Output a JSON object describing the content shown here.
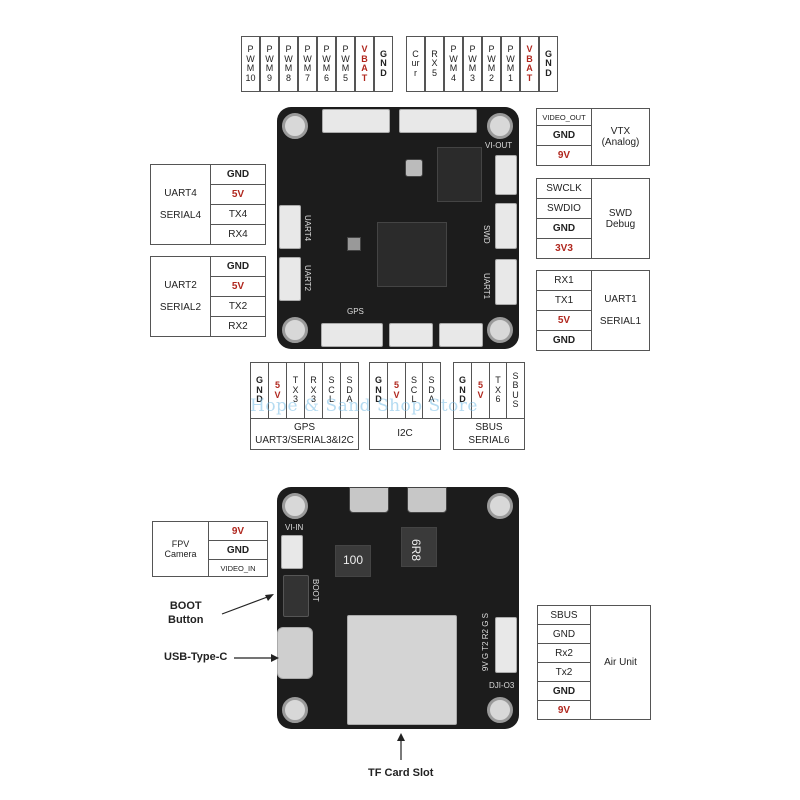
{
  "top_pins": {
    "left_group": [
      "PWM10",
      "PWM9",
      "PWM8",
      "PWM7",
      "PWM6",
      "PWM5",
      "VBAT",
      "GND"
    ],
    "right_group": [
      "Curr",
      "RX5",
      "PWM4",
      "PWM3",
      "PWM2",
      "PWM1",
      "VBAT",
      "GND"
    ]
  },
  "vtx": {
    "pins": [
      "VIDEO_OUT",
      "GND",
      "9V"
    ],
    "label": "VTX\n(Analog)"
  },
  "swd": {
    "pins": [
      "SWCLK",
      "SWDIO",
      "GND",
      "3V3"
    ],
    "label": "SWD\nDebug"
  },
  "uart1": {
    "pins": [
      "RX1",
      "TX1",
      "5V",
      "GND"
    ],
    "label": "UART1\n\nSERIAL1"
  },
  "uart4": {
    "pins": [
      "GND",
      "5V",
      "TX4",
      "RX4"
    ],
    "label": "UART4\n\nSERIAL4"
  },
  "uart2": {
    "pins": [
      "GND",
      "5V",
      "TX2",
      "RX2"
    ],
    "label": "UART2\n\nSERIAL2"
  },
  "gps": {
    "pins": [
      "GND",
      "5V",
      "TX3",
      "RX3",
      "SCL",
      "SDA"
    ],
    "label": "GPS\nUART3/SERIAL3&I2C"
  },
  "i2c": {
    "pins": [
      "GND",
      "5V",
      "SCL",
      "SDA"
    ],
    "label": "I2C"
  },
  "sbus": {
    "pins": [
      "GND",
      "5V",
      "TX6",
      "SBUS"
    ],
    "label": "SBUS\nSERIAL6"
  },
  "fpv": {
    "pins": [
      "9V",
      "GND",
      "VIDEO_IN"
    ],
    "label": "FPV\nCamera"
  },
  "air_unit": {
    "pins": [
      "SBUS",
      "GND",
      "Rx2",
      "Tx2",
      "GND",
      "9V"
    ],
    "label": "Air Unit"
  },
  "callouts": {
    "boot": "BOOT\nButton",
    "usb": "USB-Type-C",
    "tf": "TF Card Slot"
  },
  "board_silk": {
    "vi_out": "VI-OUT",
    "gps": "GPS",
    "uart4": "UART4",
    "uart2": "UART2",
    "uart1": "UART1",
    "swd": "SWD",
    "vi_in": "VI-IN",
    "boot": "BOOT",
    "dji": "DJI-O3",
    "inductor1": "100",
    "inductor2": "6R8",
    "dji_pins": "9V G T2 R2 G S"
  },
  "watermark": "Hope & Sand Shop Store"
}
